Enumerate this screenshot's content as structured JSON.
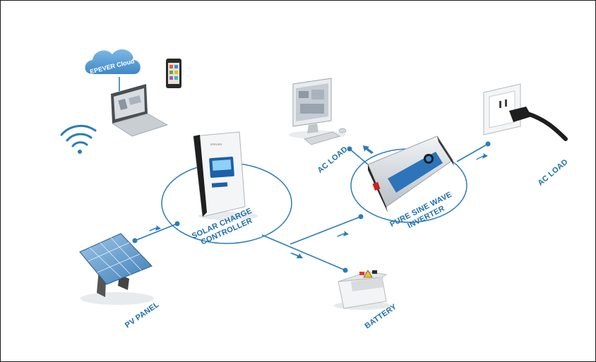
{
  "colors": {
    "accent": "#1f6fa8",
    "line": "#2b7cb8",
    "background": "#ffffff"
  },
  "nodes": {
    "cloud": {
      "label": "EPEVER Cloud",
      "icon": "cloud-icon"
    },
    "controller": {
      "label_line1": "SOLAR CHARGE",
      "label_line2": "CONTROLLER",
      "icon": "charge-controller-icon"
    },
    "inverter": {
      "label_line1": "PURE SINE WAVE",
      "label_line2": "INVERTER",
      "icon": "inverter-icon"
    },
    "ac_load_pc": {
      "label": "AC LOAD",
      "icon": "desktop-computer-icon"
    },
    "ac_load_socket": {
      "label": "AC LOAD",
      "icon": "wall-socket-icon"
    },
    "battery": {
      "label": "BATTERY",
      "icon": "battery-icon"
    },
    "pv_panel": {
      "label": "PV PANEL",
      "icon": "solar-panel-icon"
    },
    "laptop": {
      "icon": "laptop-icon"
    },
    "phone": {
      "icon": "smartphone-icon"
    },
    "wifi": {
      "icon": "wifi-icon"
    }
  }
}
